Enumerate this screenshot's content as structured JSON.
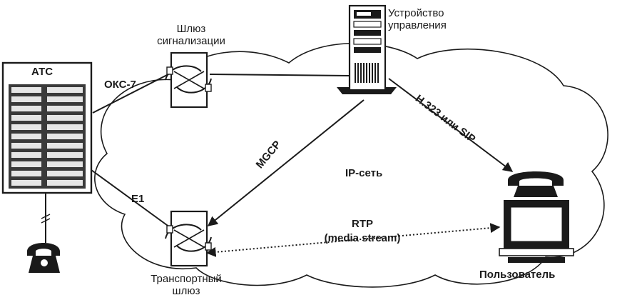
{
  "nodes": {
    "pbx": "АТС",
    "signaling_gateway": [
      "Шлюз",
      "сигнализации"
    ],
    "control_device": [
      "Устройство",
      "управления"
    ],
    "transport_gateway": [
      "Транспортный",
      "шлюз"
    ],
    "user": "Пользователь"
  },
  "network": "IP-сеть",
  "links": {
    "pbx_signaling": "ОКС-7",
    "pbx_transport": "E1",
    "control_transport": "MGCP",
    "control_user": "H.323 или SIP",
    "media": [
      "RTP",
      "(media stream)"
    ]
  },
  "colors": {
    "ink": "#1a1a1a",
    "paper": "#ffffff"
  }
}
